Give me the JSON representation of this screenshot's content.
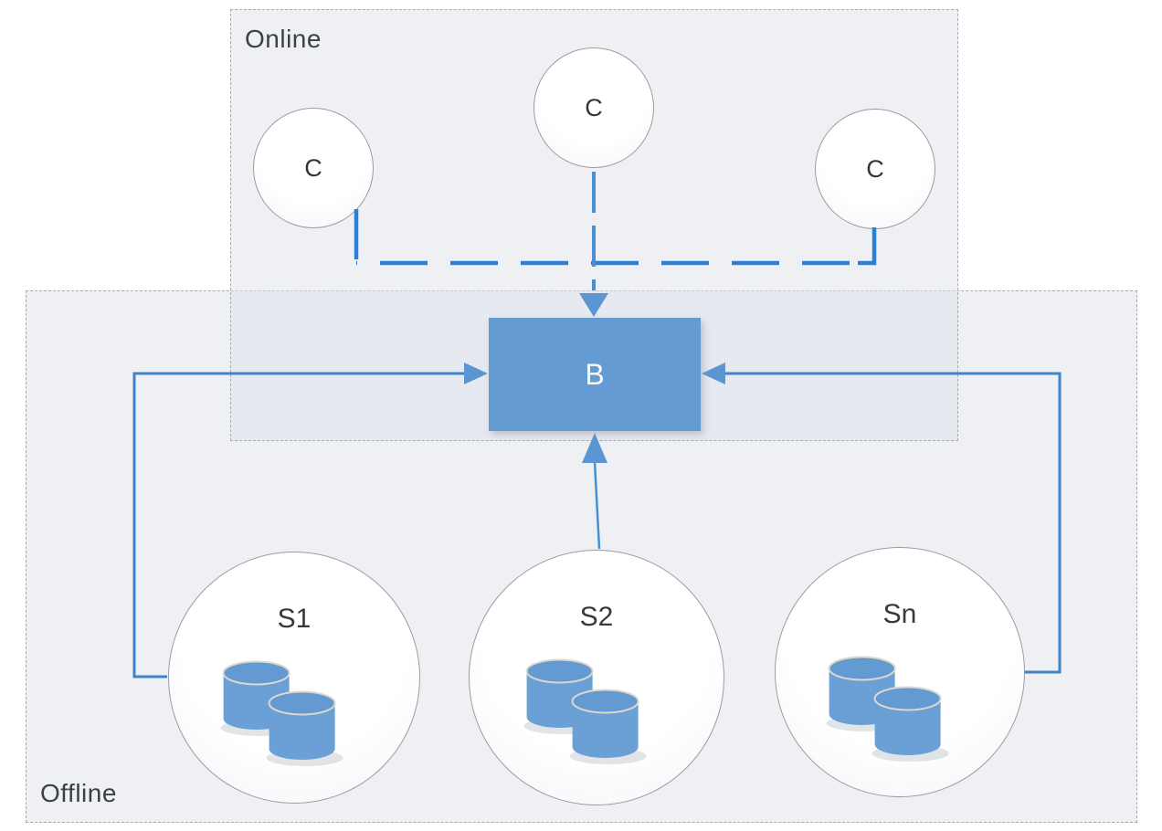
{
  "regions": {
    "online": {
      "label": "Online"
    },
    "offline": {
      "label": "Offline"
    }
  },
  "broker": {
    "label": "B"
  },
  "clients": [
    {
      "label": "C"
    },
    {
      "label": "C"
    },
    {
      "label": "C"
    }
  ],
  "servers": [
    {
      "label": "S1"
    },
    {
      "label": "S2"
    },
    {
      "label": "Sn"
    }
  ],
  "colors": {
    "broker_fill": "#649bd3",
    "cylinder_fill": "#6ba0d7",
    "cylinder_rim": "#ddd8ca",
    "connector_solid": "#3f83cb",
    "connector_dashed": "#2b7fd9",
    "arrow_fill": "#5b95d2",
    "region_fill": "#eef0f3",
    "region_border": "#a9abae",
    "label_text": "#3d4145"
  }
}
